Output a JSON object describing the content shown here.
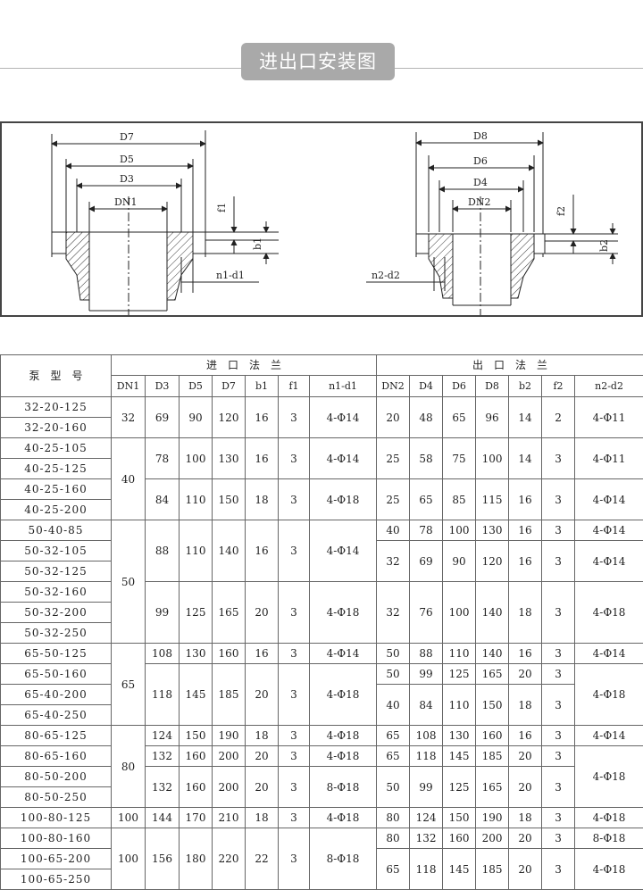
{
  "header": {
    "title": "进出口安装图"
  },
  "drawing": {
    "inlet_labels": {
      "d7": "D7",
      "d5": "D5",
      "d3": "D3",
      "dn": "DN1",
      "f": "f1",
      "b": "b1",
      "nd": "n1-d1"
    },
    "outlet_labels": {
      "d8": "D8",
      "d6": "D6",
      "d4": "D4",
      "dn": "DN2",
      "f": "f2",
      "b": "b2",
      "nd": "n2-d2"
    }
  },
  "table": {
    "model_header": "泵　型　号",
    "inlet_group": "进　口　法　兰",
    "outlet_group": "出　口　法　兰",
    "inlet_cols": [
      "DN1",
      "D3",
      "D5",
      "D7",
      "b1",
      "f1",
      "n1-d1"
    ],
    "outlet_cols": [
      "DN2",
      "D4",
      "D6",
      "D8",
      "b2",
      "f2",
      "n2-d2"
    ],
    "models": [
      "32-20-125",
      "32-20-160",
      "40-25-105",
      "40-25-125",
      "40-25-160",
      "40-25-200",
      "50-40-85",
      "50-32-105",
      "50-32-125",
      "50-32-160",
      "50-32-200",
      "50-32-250",
      "65-50-125",
      "65-50-160",
      "65-40-200",
      "65-40-250",
      "80-65-125",
      "80-65-160",
      "80-50-200",
      "80-50-250",
      "100-80-125",
      "100-80-160",
      "100-65-200",
      "100-65-250"
    ],
    "inlet_dn": [
      "32",
      "40",
      "50",
      "65",
      "80",
      "100",
      "100"
    ],
    "inlet_groups": [
      [
        "69",
        "90",
        "120",
        "16",
        "3",
        "4-Φ14"
      ],
      [
        "78",
        "100",
        "130",
        "16",
        "3",
        "4-Φ14"
      ],
      [
        "84",
        "110",
        "150",
        "18",
        "3",
        "4-Φ18"
      ],
      [
        "88",
        "110",
        "140",
        "16",
        "3",
        "4-Φ14"
      ],
      [
        "99",
        "125",
        "165",
        "20",
        "3",
        "4-Φ18"
      ],
      [
        "108",
        "130",
        "160",
        "16",
        "3",
        "4-Φ14"
      ],
      [
        "118",
        "145",
        "185",
        "20",
        "3",
        "4-Φ18"
      ],
      [
        "124",
        "150",
        "190",
        "18",
        "3",
        "4-Φ18"
      ],
      [
        "132",
        "160",
        "200",
        "20",
        "3",
        "4-Φ18"
      ],
      [
        "132",
        "160",
        "200",
        "20",
        "3",
        "8-Φ18"
      ],
      [
        "144",
        "170",
        "210",
        "18",
        "3",
        "4-Φ18"
      ],
      [
        "156",
        "180",
        "220",
        "22",
        "3",
        "8-Φ18"
      ]
    ],
    "outlet_groups": [
      [
        "20",
        "48",
        "65",
        "96",
        "14",
        "2",
        "4-Φ11"
      ],
      [
        "25",
        "58",
        "75",
        "100",
        "14",
        "3",
        "4-Φ11"
      ],
      [
        "25",
        "65",
        "85",
        "115",
        "16",
        "3",
        "4-Φ14"
      ],
      [
        "40",
        "78",
        "100",
        "130",
        "16",
        "3",
        "4-Φ14"
      ],
      [
        "32",
        "69",
        "90",
        "120",
        "16",
        "3",
        "4-Φ14"
      ],
      [
        "32",
        "76",
        "100",
        "140",
        "18",
        "3",
        "4-Φ18"
      ],
      [
        "50",
        "88",
        "110",
        "140",
        "16",
        "3",
        "4-Φ14"
      ],
      [
        "50",
        "99",
        "125",
        "165",
        "20",
        "3"
      ],
      [
        "40",
        "84",
        "110",
        "150",
        "18",
        "3"
      ],
      [
        "65",
        "108",
        "130",
        "160",
        "16",
        "3",
        "4-Φ14"
      ],
      [
        "65",
        "118",
        "145",
        "185",
        "20",
        "3"
      ],
      [
        "50",
        "99",
        "125",
        "165",
        "20",
        "3"
      ],
      [
        "80",
        "124",
        "150",
        "190",
        "18",
        "3",
        "4-Φ18"
      ],
      [
        "80",
        "132",
        "160",
        "200",
        "20",
        "3",
        "8-Φ18"
      ],
      [
        "65",
        "118",
        "145",
        "185",
        "20",
        "3",
        "4-Φ18"
      ]
    ],
    "outlet_shared": [
      "4-Φ18",
      "4-Φ18"
    ]
  }
}
